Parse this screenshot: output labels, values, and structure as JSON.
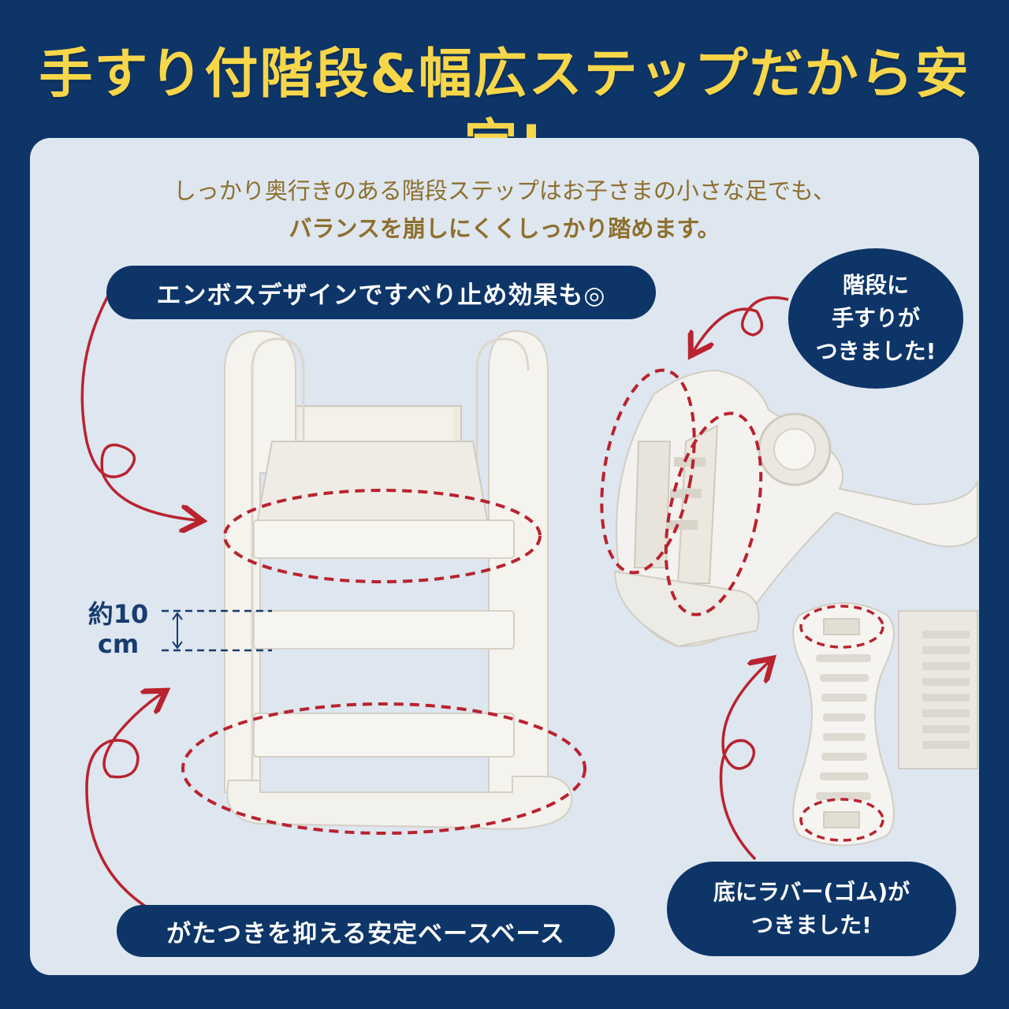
{
  "headline": "手すり付階段&幅広ステップだから安定!",
  "intro": {
    "line1": "しっかり奥行きのある階段ステップはお子さまの小さな足でも、",
    "line2": "バランスを崩しにくくしっかり踏めます。"
  },
  "callouts": {
    "emboss": "エンボスデザインですべり止め効果も◎",
    "base": "がたつきを抑える安定ベースベース",
    "handrail": [
      "階段に",
      "手すりが",
      "つきました!"
    ],
    "rubber": [
      "底にラバー(ゴム)が",
      "つきました!"
    ]
  },
  "measure": {
    "prefix": "約10",
    "unit": "cm"
  },
  "colors": {
    "navy": "#0d3568",
    "yellow": "#f7d64a",
    "panel": "#dee6ef",
    "gold_text": "#8d6f2d",
    "red_accent": "#b8232f"
  }
}
